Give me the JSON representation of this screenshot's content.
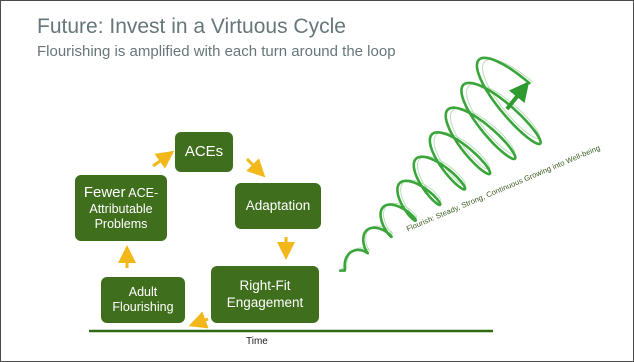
{
  "slide": {
    "title": "Future: Invest in a Virtuous Cycle",
    "subtitle": "Flourishing is amplified with each turn around the loop"
  },
  "cycle": {
    "aces": "ACEs",
    "adaptation": "Adaptation",
    "right_fit_line1": "Right-Fit",
    "right_fit_line2": "Engagement",
    "adult_line1": "Adult",
    "adult_line2": "Flourishing",
    "fewer_line1_big": "Fewer",
    "fewer_line1_rest": " ACE-",
    "fewer_line2": "Attributable",
    "fewer_line3": "Problems"
  },
  "flourish_label": "Flourish: Steady, Strong, Continuous Growing into Well-being",
  "time_label": "Time",
  "colors": {
    "box_green": "#3f6e1d",
    "arrow_gold": "#f2b81a",
    "spiral_green": "#3aa53a",
    "axis_green": "#2f6a12",
    "title_gray": "#66767a"
  }
}
